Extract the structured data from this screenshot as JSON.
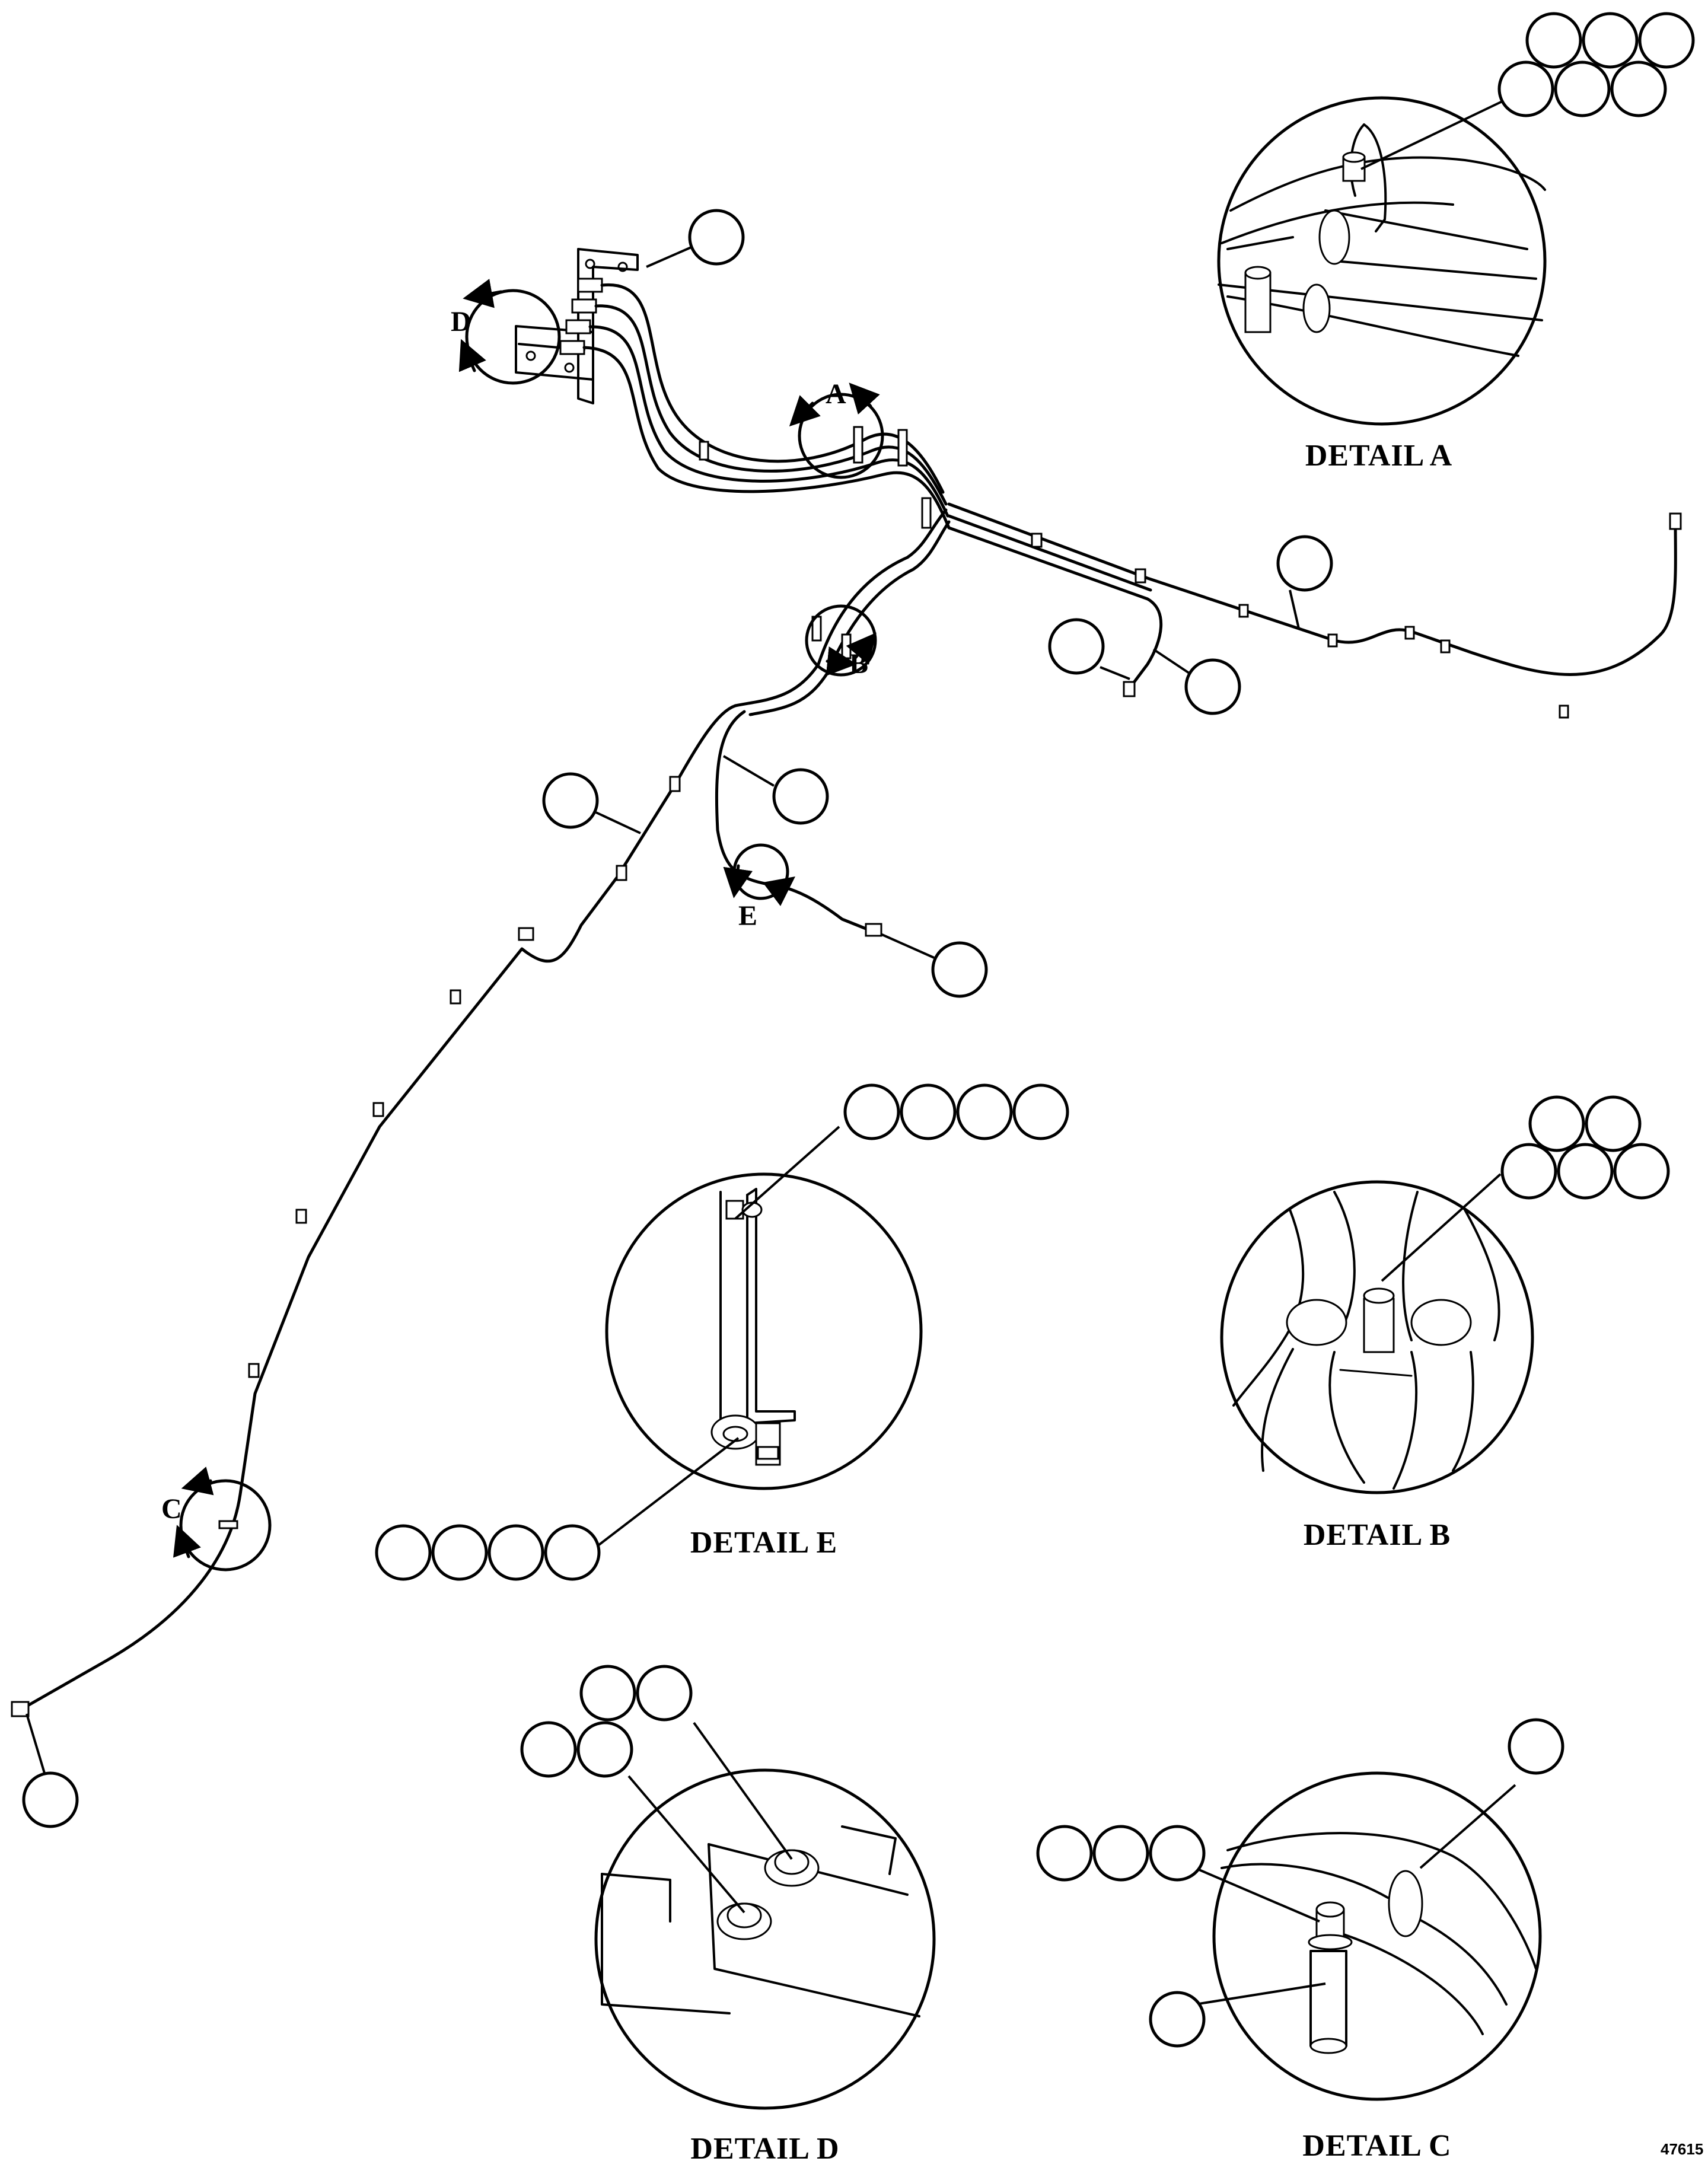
{
  "detail_captions": {
    "a": "DETAIL A",
    "b": "DETAIL B",
    "c": "DETAIL C",
    "d": "DETAIL D",
    "e": "DETAIL E"
  },
  "view_letters": {
    "a": "A",
    "b": "B",
    "c": "C",
    "d": "D",
    "e": "E"
  },
  "figure_number": "47615"
}
